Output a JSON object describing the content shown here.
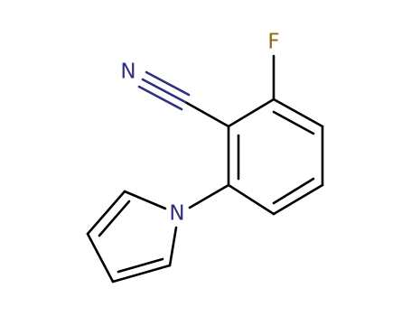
{
  "colors": {
    "background": "#ffffff",
    "bond": "#000000",
    "nitrogen": "#2f2f80",
    "fluorine": "#8a6b10"
  },
  "atoms": {
    "fluorine": "F",
    "nitrile_nitrogen": "N",
    "pyrrole_nitrogen": "N"
  }
}
